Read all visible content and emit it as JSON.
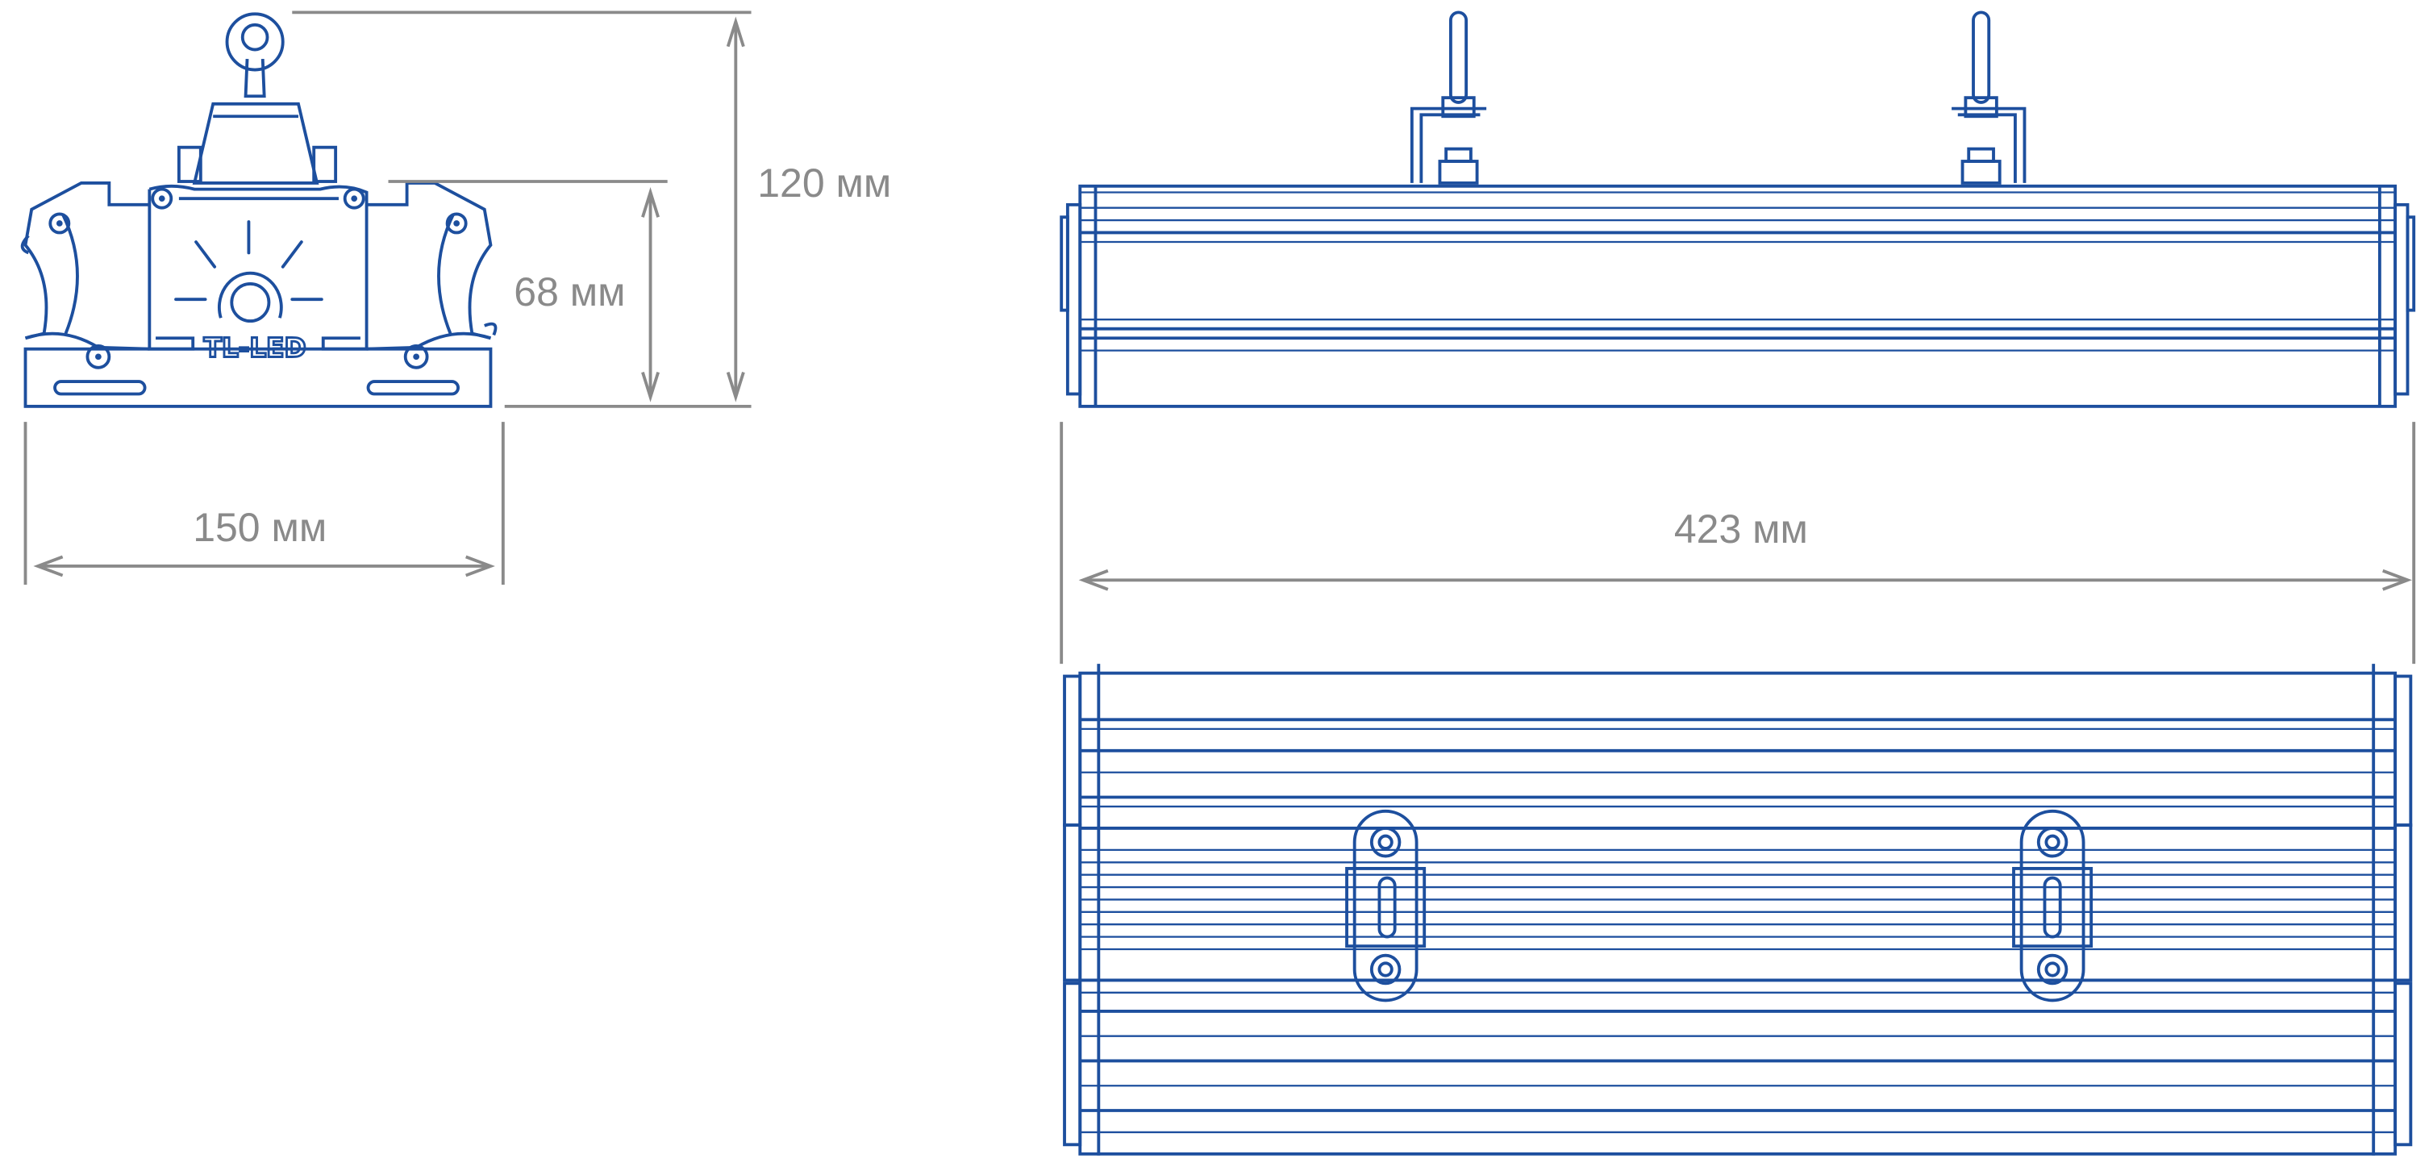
{
  "drawing": {
    "brand_logo": "TL-LED",
    "colors": {
      "outline": "#1d4f9e",
      "dimension": "#8a8a8a"
    },
    "dimensions": {
      "total_height": "120 мм",
      "body_height": "68 мм",
      "width": "150 мм",
      "length": "423 мм"
    },
    "views": [
      "front-view",
      "side-view",
      "bottom-view"
    ]
  }
}
